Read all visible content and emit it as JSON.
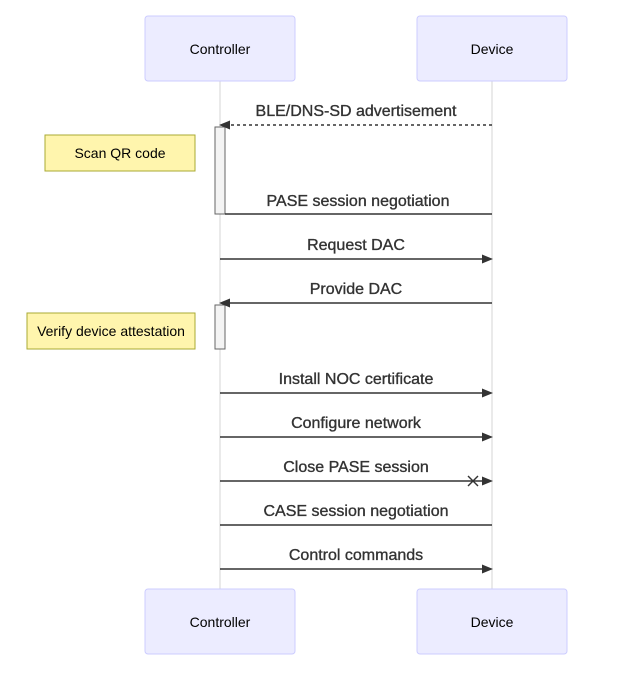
{
  "participants": [
    {
      "id": "controller",
      "label": "Controller"
    },
    {
      "id": "device",
      "label": "Device"
    }
  ],
  "notes": [
    {
      "text": "Scan QR code",
      "after_message": 0
    },
    {
      "text": "Verify device attestation",
      "after_message": 3
    }
  ],
  "messages": [
    {
      "label": "BLE/DNS-SD advertisement",
      "from": "device",
      "to": "controller",
      "line": "dotted",
      "head": "arrow"
    },
    {
      "label": "PASE session negotiation",
      "from": "device",
      "to": "controller",
      "line": "solid",
      "head": "none"
    },
    {
      "label": "Request DAC",
      "from": "controller",
      "to": "device",
      "line": "solid",
      "head": "arrow"
    },
    {
      "label": "Provide DAC",
      "from": "device",
      "to": "controller",
      "line": "solid",
      "head": "arrow"
    },
    {
      "label": "Install NOC certificate",
      "from": "controller",
      "to": "device",
      "line": "solid",
      "head": "arrow"
    },
    {
      "label": "Configure network",
      "from": "controller",
      "to": "device",
      "line": "solid",
      "head": "arrow"
    },
    {
      "label": "Close PASE session",
      "from": "controller",
      "to": "device",
      "line": "solid",
      "head": "arrow-cross"
    },
    {
      "label": "CASE session negotiation",
      "from": "device",
      "to": "controller",
      "line": "solid",
      "head": "none"
    },
    {
      "label": "Control commands",
      "from": "controller",
      "to": "device",
      "line": "solid",
      "head": "arrow"
    }
  ],
  "colors": {
    "actor_fill": "#ECECFF",
    "actor_border": "#CCCCFF",
    "note_fill": "#FFF5AD",
    "note_border": "#AAAA33",
    "line": "#333333",
    "lifeline": "#D6D6D6"
  }
}
